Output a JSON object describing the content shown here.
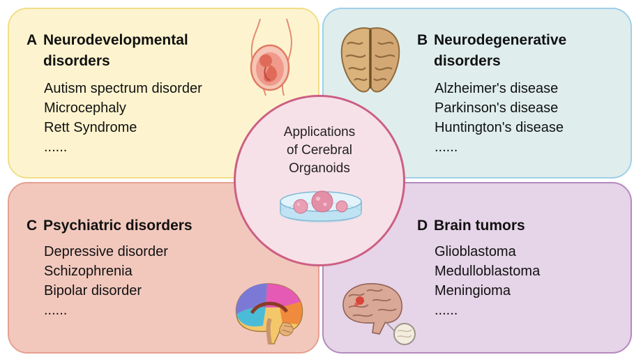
{
  "center": {
    "line1": "Applications",
    "line2": "of Cerebral",
    "line3": "Organoids"
  },
  "panels": {
    "a": {
      "letter": "A",
      "title_line1": "Neurodevelopmental",
      "title_line2": "disorders",
      "items": [
        "Autism spectrum disorder",
        "Microcephaly",
        "Rett Syndrome",
        "......"
      ],
      "color": "#fdf4cf"
    },
    "b": {
      "letter": "B",
      "title_line1": "Neurodegenerative",
      "title_line2": "disorders",
      "items": [
        "Alzheimer's disease",
        "Parkinson's disease",
        "Huntington's disease",
        "......"
      ],
      "color": "#dfeeed"
    },
    "c": {
      "letter": "C",
      "title_line1": "Psychiatric disorders",
      "items": [
        "Depressive disorder",
        "Schizophrenia",
        "Bipolar disorder",
        "......"
      ],
      "color": "#f2c8bd"
    },
    "d": {
      "letter": "D",
      "title_line1": "Brain tumors",
      "items": [
        "Glioblastoma",
        "Medulloblastoma",
        "Meningioma",
        "......"
      ],
      "color": "#e6d4e8"
    }
  },
  "icons": {
    "a": "fetus-womb-icon",
    "b": "atrophied-brain-icon",
    "c": "brain-sagittal-icon",
    "d": "brain-tumor-icon",
    "center": "petri-dish-organoids-icon"
  }
}
